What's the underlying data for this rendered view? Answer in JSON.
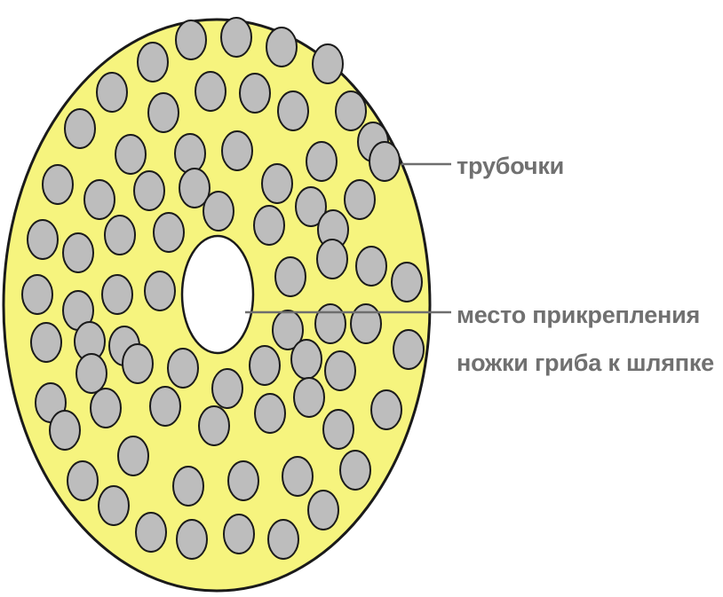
{
  "labels": {
    "tubes": "трубочки",
    "attachment_line1": "место прикрепления",
    "attachment_line2": "ножки гриба к шляпке"
  },
  "colors": {
    "cap_fill": "#f6f47e",
    "tube_fill": "#bdbdbd",
    "outline": "#1a1a1a",
    "center_fill": "#ffffff",
    "label_text": "#707070",
    "leader_line": "#6e6e6e"
  },
  "icons": {
    "cap": "mushroom-cap-underside",
    "tube": "tube-opening",
    "center": "stem-attachment"
  }
}
